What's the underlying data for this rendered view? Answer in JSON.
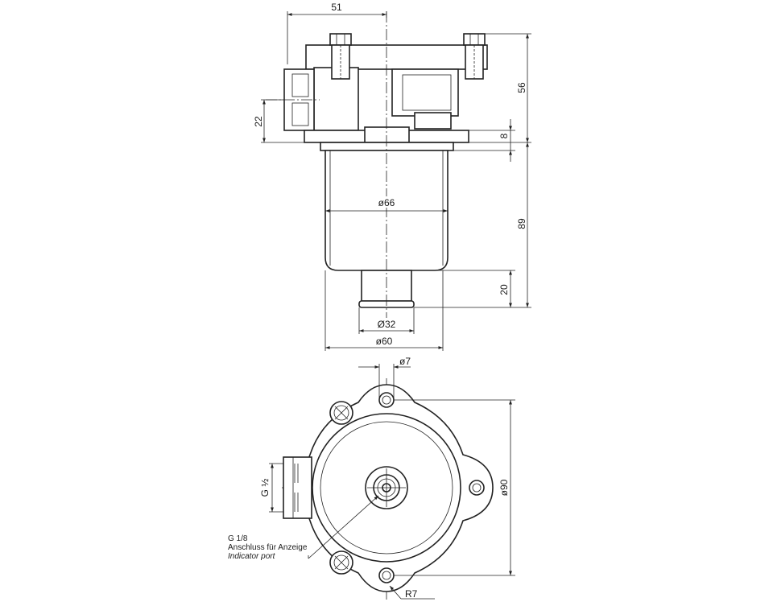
{
  "drawing": {
    "side_view_dimensions": {
      "top_width": "51",
      "port_height": "22",
      "total_height": "56",
      "flange_thickness": "8",
      "bowl_height": "89",
      "outlet_height": "20",
      "bowl_diameter": "ø66",
      "outlet_diameter": "Ø32",
      "body_diameter": "ø60"
    },
    "top_view_dimensions": {
      "hole_diameter": "ø7",
      "bolt_circle_diameter": "ø90",
      "port_thread": "G ½",
      "radius": "R7"
    },
    "indicator_note": {
      "thread": "G 1/8",
      "label_de": "Anschluss für Anzeige",
      "label_en": "Indicator port"
    }
  }
}
